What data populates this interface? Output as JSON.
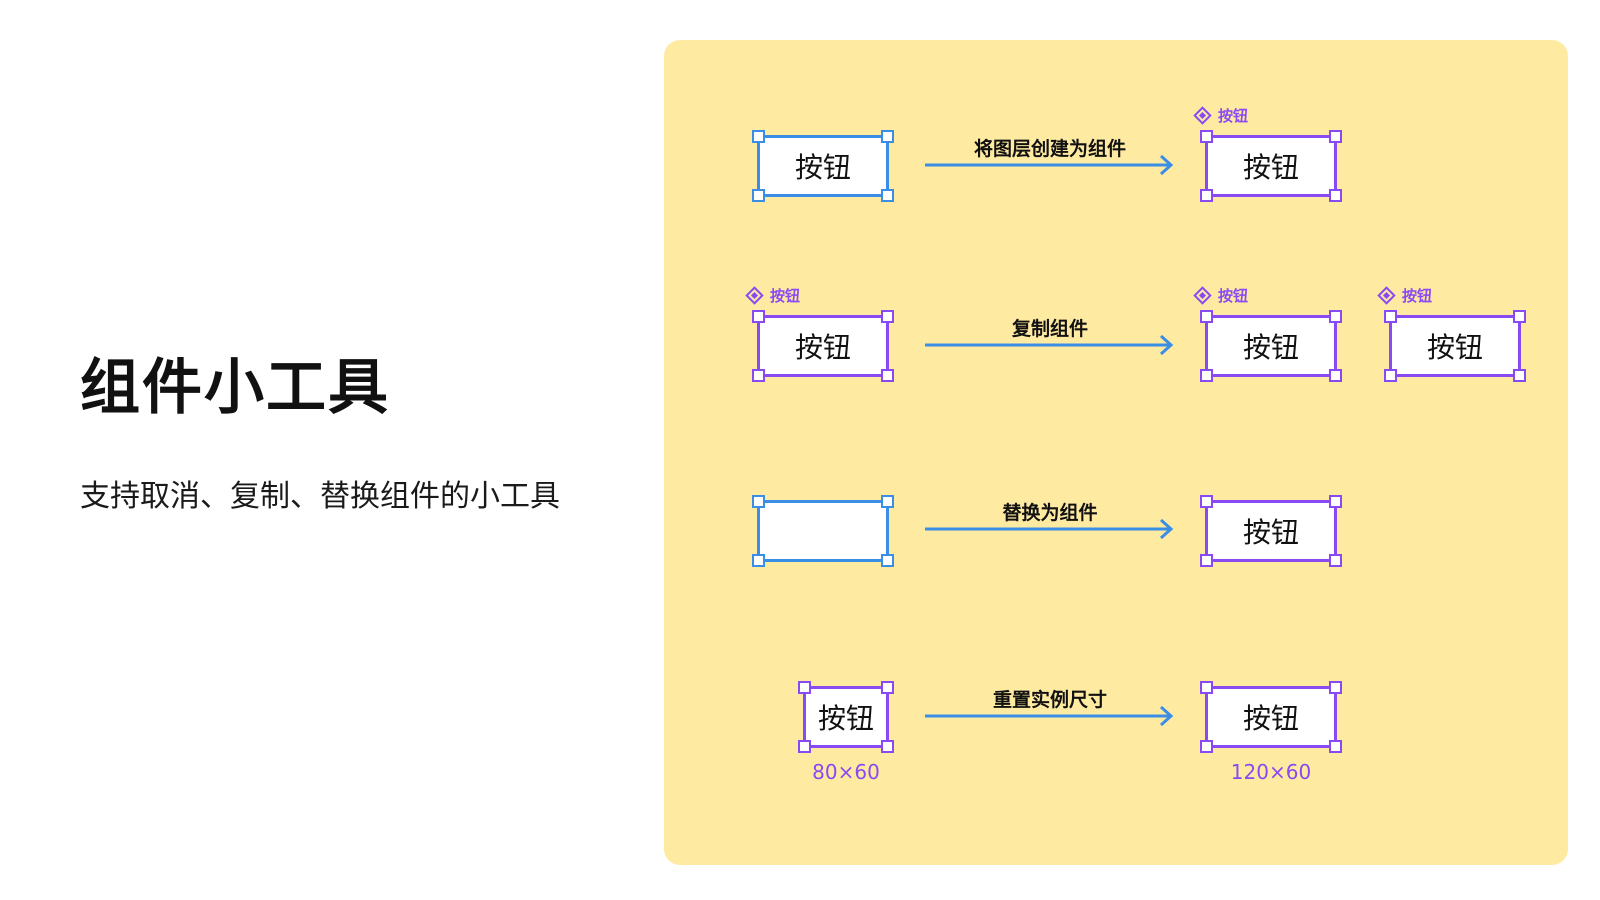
{
  "title": "组件小工具",
  "subtitle": "支持取消、复制、替换组件的小工具",
  "colors": {
    "panel_bg": "#ffeaa2",
    "frame_blue": "#3a8ee6",
    "component_purple": "#8a4af3"
  },
  "rows": [
    {
      "action": "将图层创建为组件",
      "before": {
        "label": "按钮",
        "kind": "frame"
      },
      "after": [
        {
          "tag": "按钮",
          "label": "按钮",
          "kind": "component"
        }
      ]
    },
    {
      "action": "复制组件",
      "before": {
        "tag": "按钮",
        "label": "按钮",
        "kind": "component"
      },
      "after": [
        {
          "tag": "按钮",
          "label": "按钮",
          "kind": "component"
        },
        {
          "tag": "按钮",
          "label": "按钮",
          "kind": "component"
        }
      ]
    },
    {
      "action": "替换为组件",
      "before": {
        "label": "",
        "kind": "frame"
      },
      "after": [
        {
          "label": "按钮",
          "kind": "instance"
        }
      ]
    },
    {
      "action": "重置实例尺寸",
      "before": {
        "label": "按钮",
        "kind": "instance",
        "size": "80×60"
      },
      "after": [
        {
          "label": "按钮",
          "kind": "instance",
          "size": "120×60"
        }
      ]
    }
  ]
}
